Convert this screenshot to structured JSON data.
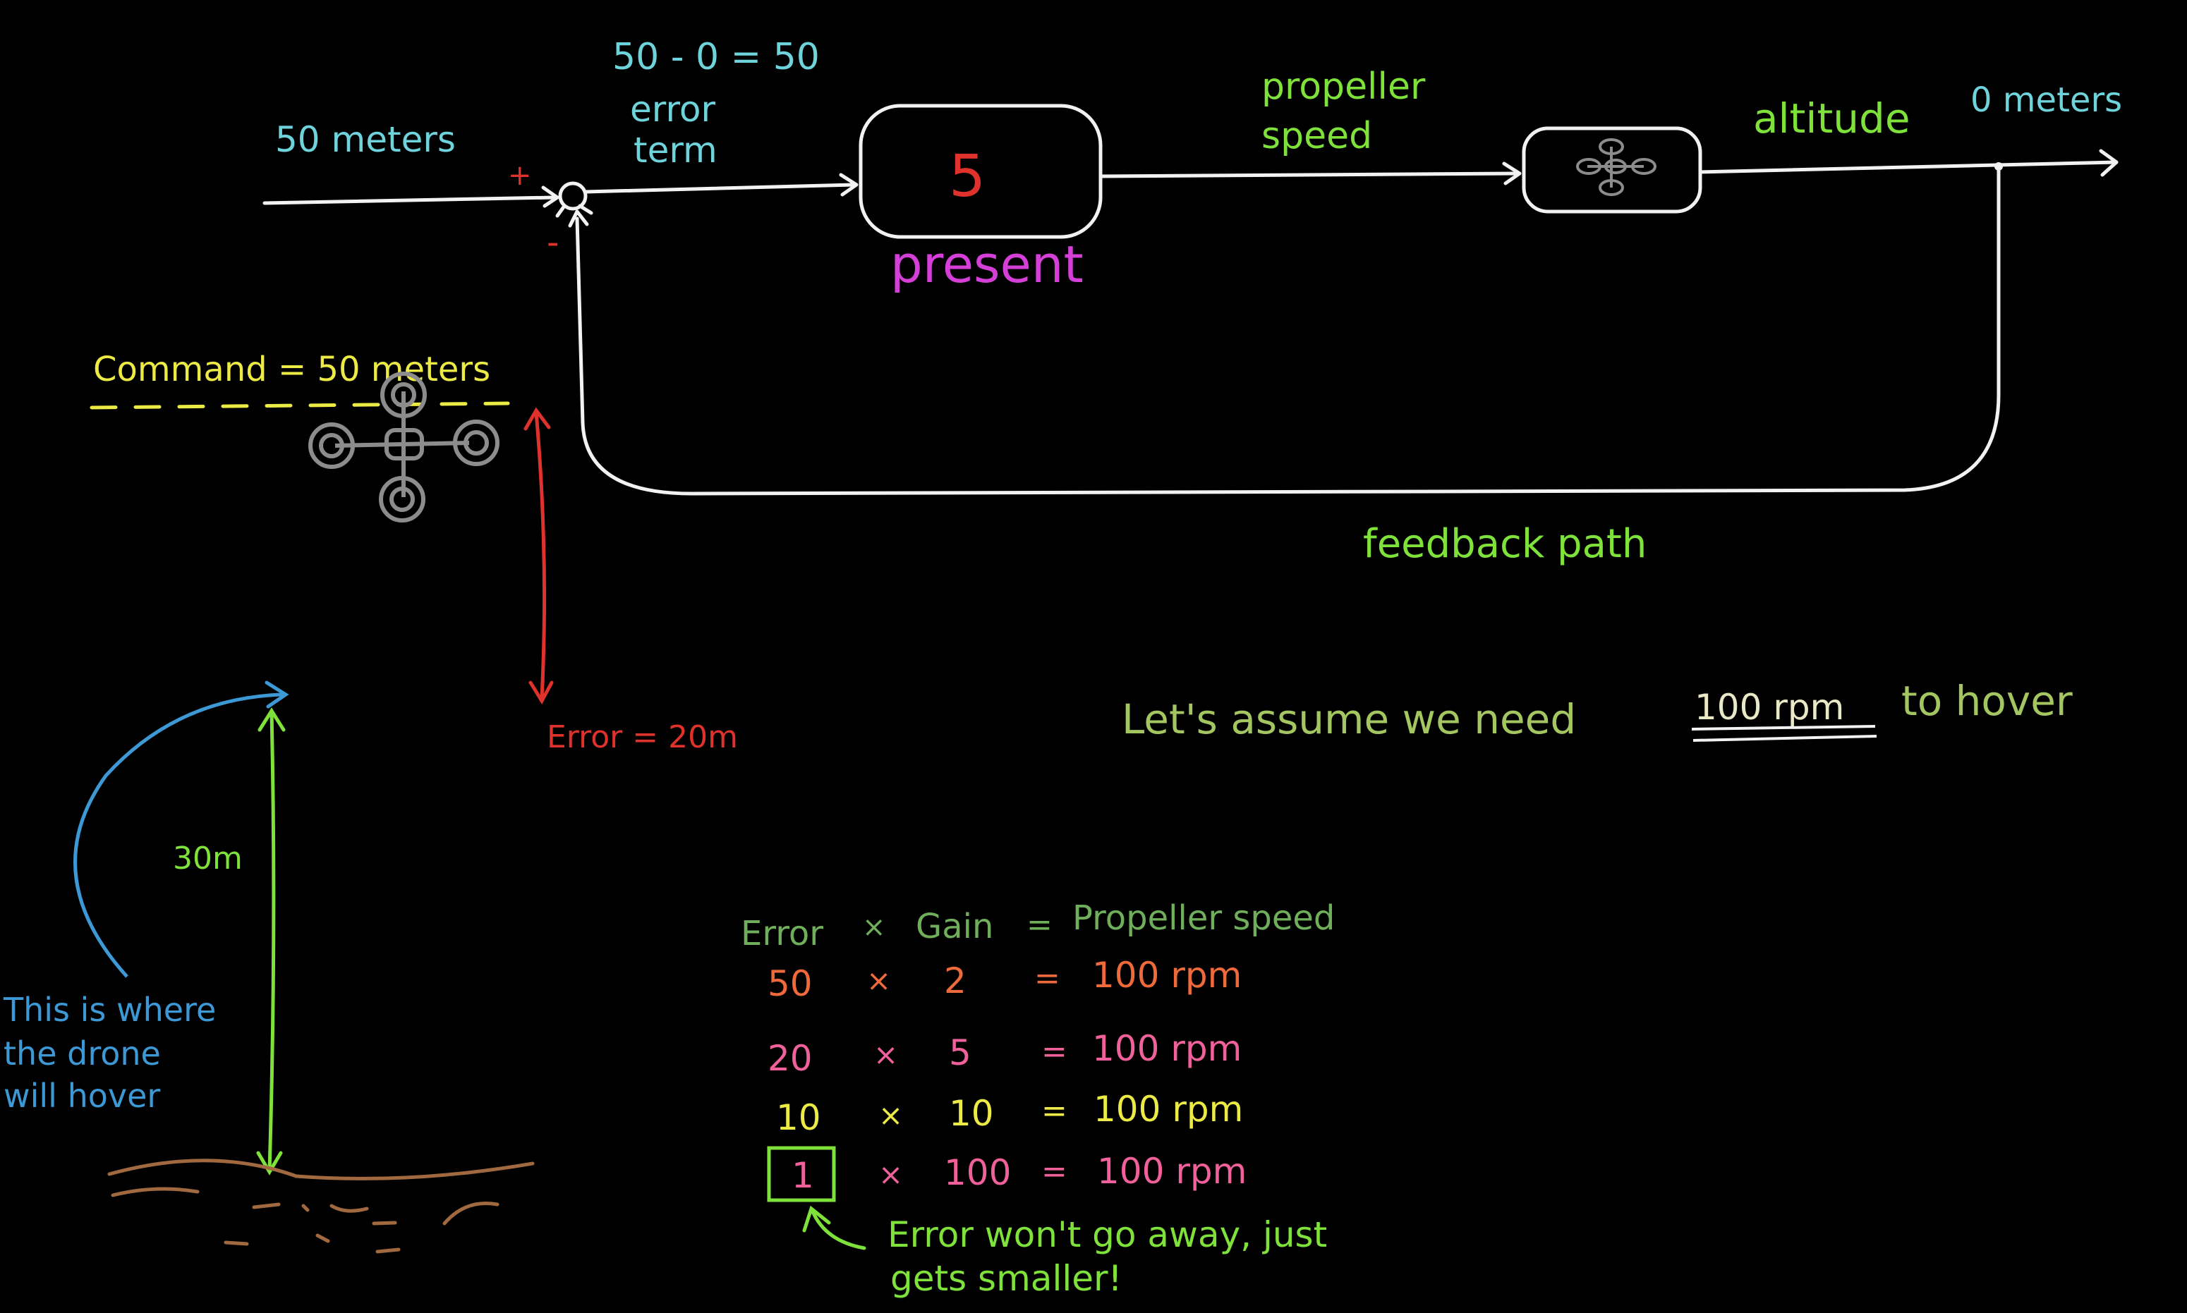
{
  "colors": {
    "background": "#000000",
    "wire": "#f2f2f2",
    "cyan": "#6fd3dc",
    "red": "#e0322c",
    "magenta": "#d43fd8",
    "green": "#7ee23a",
    "yellow": "#ecea45",
    "orange": "#ef6a3a",
    "pink": "#f0609a",
    "blue": "#3d99d6",
    "soil": "#a0693f",
    "drone_gray": "#8c8c8c",
    "muted_green": "#6fae5a"
  },
  "block_diagram": {
    "reference_label": "50 meters",
    "error_calc": "50 - 0 = 50",
    "error_term_line1": "error",
    "error_term_line2": "term",
    "plus_sign": "+",
    "minus_sign": "-",
    "controller_gain": "5",
    "controller_caption": "present",
    "propeller_line1": "propeller",
    "propeller_line2": "speed",
    "altitude_label": "altitude",
    "altitude_value": "0 meters",
    "feedback_label": "feedback path",
    "plant_icon": "drone-icon"
  },
  "scene": {
    "command_label": "Command = 50 meters",
    "error_label": "Error = 20m",
    "hover_height": "30m",
    "hover_note_line1": "This is where",
    "hover_note_line2": "the drone",
    "hover_note_line3": "will hover",
    "drone_icon": "drone-icon"
  },
  "assumption": {
    "prefix": "Let's assume we need",
    "highlight": "100 rpm",
    "suffix": "to hover"
  },
  "gain_table": {
    "header": [
      "Error",
      "×",
      "Gain",
      "=",
      "Propeller speed"
    ],
    "rows": [
      {
        "error": "50",
        "times": "×",
        "gain": "2",
        "equals": "=",
        "result": "100 rpm"
      },
      {
        "error": "20",
        "times": "×",
        "gain": "5",
        "equals": "=",
        "result": "100 rpm"
      },
      {
        "error": "10",
        "times": "×",
        "gain": "10",
        "equals": "=",
        "result": "100 rpm"
      },
      {
        "error": "1",
        "times": "×",
        "gain": "100",
        "equals": "=",
        "result": "100 rpm"
      }
    ],
    "note_line1": "Error won't go away, just",
    "note_line2": "gets smaller!"
  }
}
